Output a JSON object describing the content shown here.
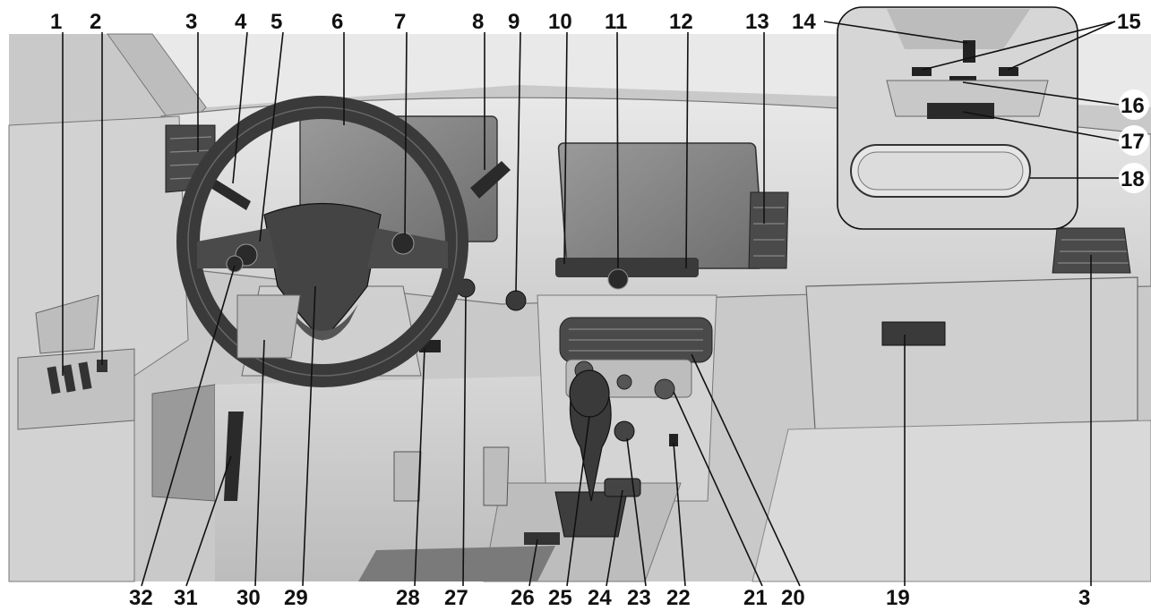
{
  "callouts": {
    "top": [
      "1",
      "2",
      "3",
      "4",
      "5",
      "6",
      "7",
      "8",
      "9",
      "10",
      "11",
      "12",
      "13",
      "14",
      "15"
    ],
    "right": [
      "16",
      "17",
      "18"
    ],
    "bottom": [
      "32",
      "31",
      "30",
      "29",
      "28",
      "27",
      "26",
      "25",
      "24",
      "23",
      "22",
      "21",
      "20",
      "19",
      "3"
    ]
  },
  "colors": {
    "background": "#ffffff",
    "line": "#111111",
    "panel_light": "#dedede",
    "panel_mid": "#bdbdbd",
    "panel_dark": "#2a2a2a"
  }
}
